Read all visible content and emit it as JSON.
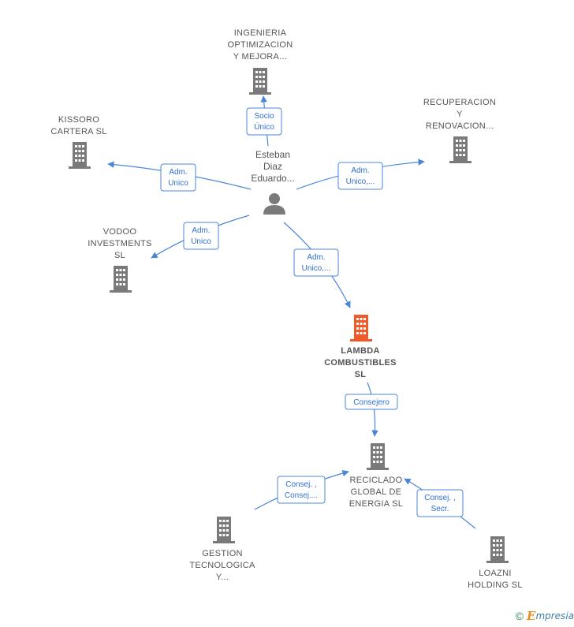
{
  "colors": {
    "edge": "#4a86d8",
    "company": "#7a7a7a",
    "focus_company": "#f05a28",
    "person": "#7a7a7a"
  },
  "person": {
    "label": [
      "Esteban",
      "Diaz",
      "Eduardo..."
    ],
    "icon": "person-icon"
  },
  "companies": [
    {
      "id": "ingenieria",
      "label": [
        "INGENIERIA",
        "OPTIMIZACION",
        "Y MEJORA..."
      ],
      "icon": "building-icon"
    },
    {
      "id": "recuperacion",
      "label": [
        "RECUPERACION",
        "Y",
        "RENOVACION..."
      ],
      "icon": "building-icon"
    },
    {
      "id": "kissoro",
      "label": [
        "KISSORO",
        "CARTERA  SL"
      ],
      "icon": "building-icon"
    },
    {
      "id": "vodoo",
      "label": [
        "VODOO",
        "INVESTMENTS",
        "SL"
      ],
      "icon": "building-icon"
    },
    {
      "id": "lambda",
      "label": [
        "LAMBDA",
        "COMBUSTIBLES",
        "SL"
      ],
      "icon": "building-icon",
      "focus": true
    },
    {
      "id": "reciclado",
      "label": [
        "RECICLADO",
        "GLOBAL DE",
        "ENERGIA  SL"
      ],
      "icon": "building-icon"
    },
    {
      "id": "gestion",
      "label": [
        "GESTION",
        "TECNOLOGICA",
        "Y..."
      ],
      "icon": "building-icon"
    },
    {
      "id": "loazni",
      "label": [
        "LOAZNI",
        "HOLDING  SL"
      ],
      "icon": "building-icon"
    }
  ],
  "edges": [
    {
      "id": "to-ingenieria",
      "label": [
        "Socio",
        "Único"
      ]
    },
    {
      "id": "to-kissoro",
      "label": [
        "Adm.",
        "Unico"
      ]
    },
    {
      "id": "to-recuperacion",
      "label": [
        "Adm.",
        "Unico,..."
      ]
    },
    {
      "id": "to-vodoo",
      "label": [
        "Adm.",
        "Unico"
      ]
    },
    {
      "id": "to-lambda",
      "label": [
        "Adm.",
        "Unico,..."
      ]
    },
    {
      "id": "lambda-to-reciclado",
      "label": [
        "Consejero"
      ]
    },
    {
      "id": "gestion-to-reciclado",
      "label": [
        "Consej. ,",
        "Consej...."
      ]
    },
    {
      "id": "loazni-to-reciclado",
      "label": [
        "Consej. ,",
        "Secr."
      ]
    }
  ],
  "footer": {
    "copyright": "©",
    "brand_initial": "E",
    "brand_rest": "mpresia"
  }
}
